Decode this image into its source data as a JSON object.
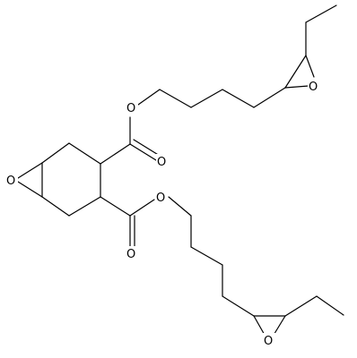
{
  "molecule": {
    "atom_labels": {
      "o_ring_epoxide": "O",
      "o_ester_top": "O",
      "o_carbonyl_top": "O",
      "o_ester_bottom": "O",
      "o_carbonyl_bottom": "O",
      "o_epoxide_top_chain": "O",
      "o_epoxide_bottom_chain": "O"
    },
    "colors": {
      "bond": "#000000",
      "background": "#ffffff"
    }
  }
}
